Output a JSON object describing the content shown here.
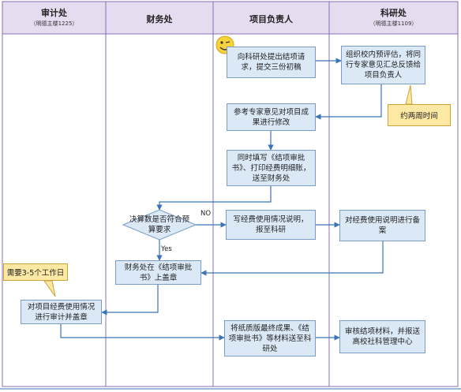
{
  "lanes": [
    {
      "title": "审计处",
      "subtitle": "（明德主楼1225）"
    },
    {
      "title": "财务处",
      "subtitle": ""
    },
    {
      "title": "项目负责人",
      "subtitle": ""
    },
    {
      "title": "科研处",
      "subtitle": "（明德主楼1109）"
    }
  ],
  "nodes": {
    "submit_report": "向科研处提出结项请求，提交三份初稿",
    "internal_review": "组织校内预评估，将同行专家意见汇总反馈给项目负责人",
    "revise": "参考专家意见对项目成果进行修改",
    "fill_forms": "同时填写《结项审批书》、打印经费明细账，送至财务处",
    "budget_check": "决算数是否符合预算要求",
    "write_explanation": "写经费使用情况说明，报至科研",
    "record_explanation": "对经费使用说明进行备案",
    "finance_stamp": "财务处在《结项审批书》上盖章",
    "audit": "对项目经费使用情况进行审计并盖章",
    "send_final": "将纸质版最终成果、《结项审批书》等材料送至科研处",
    "review_submit": "审核结项材料，并报送高校社科管理中心"
  },
  "labels": {
    "no": "NO",
    "yes": "Yes"
  },
  "notes": {
    "two_weeks": "约两周时间",
    "three_to_five_days": "需要3-5个工作日"
  },
  "icons": {
    "smiley": "smiley-face-icon"
  },
  "colors": {
    "header": "#e6dcf0",
    "node_fill": "#dbe9f7",
    "node_border": "#7a9cc4",
    "arrow": "#3b73b9",
    "note_fill": "#fde9a3",
    "lane_border": "#8a6fb0"
  }
}
